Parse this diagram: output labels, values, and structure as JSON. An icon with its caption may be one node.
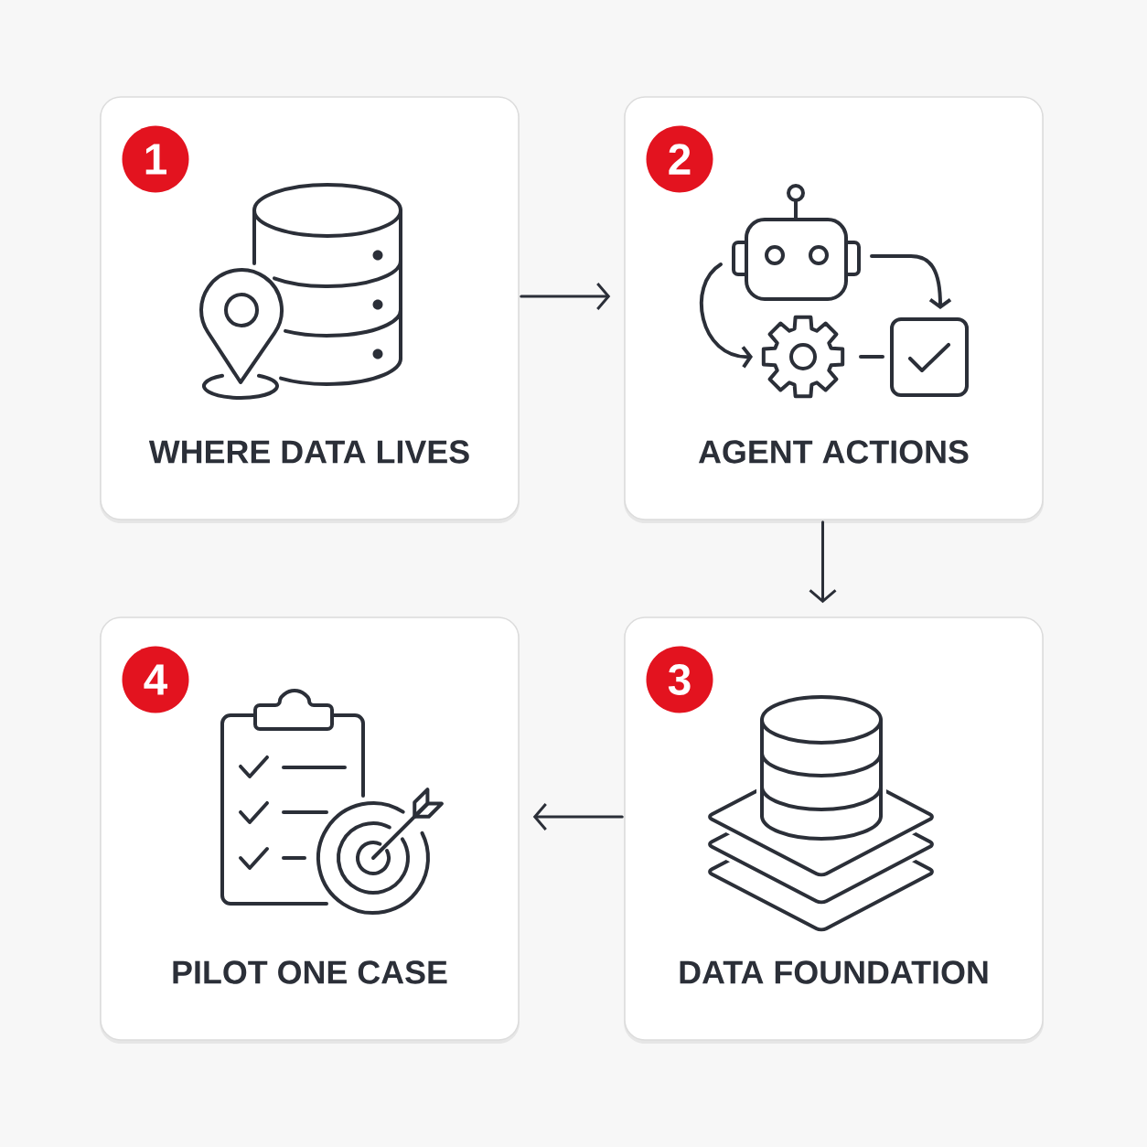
{
  "diagram": {
    "nodes": [
      {
        "text": [
          "WHERE DATA LIVES"
        ]
      },
      {
        "text": [
          "1"
        ],
        "in": 0
      },
      {
        "text": [
          "AGENT ACTIONS"
        ]
      },
      {
        "text": [
          "2"
        ],
        "in": 2
      },
      {
        "text": [
          "PILOT ONE CASE"
        ]
      },
      {
        "text": [
          "4"
        ],
        "in": 4
      },
      {
        "text": [
          "DATA FOUNDATION"
        ]
      },
      {
        "text": [
          "3"
        ],
        "in": 6
      }
    ],
    "edges": [
      {
        "from": 0,
        "to": 2,
        "arrow": "to"
      },
      {
        "from": 2,
        "to": 6,
        "arrow": "to"
      },
      {
        "from": 6,
        "to": 4,
        "arrow": "to"
      }
    ]
  }
}
